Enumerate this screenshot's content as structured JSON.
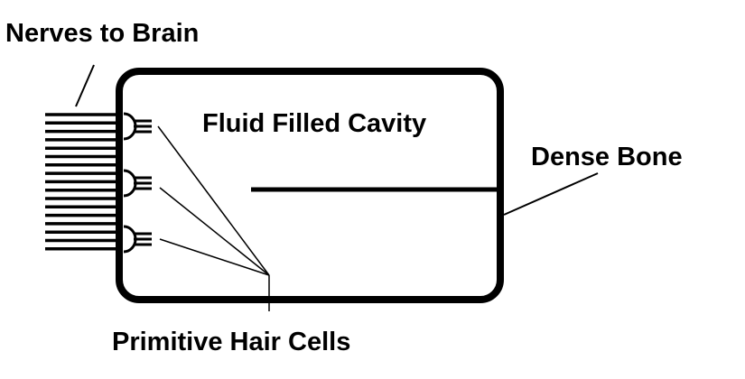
{
  "labels": {
    "nerves": "Nerves to Brain",
    "cavity": "Fluid Filled Cavity",
    "bone": "Dense Bone",
    "hair_cells": "Primitive Hair Cells"
  },
  "nerve_count": 17,
  "hair_cell_count": 3
}
